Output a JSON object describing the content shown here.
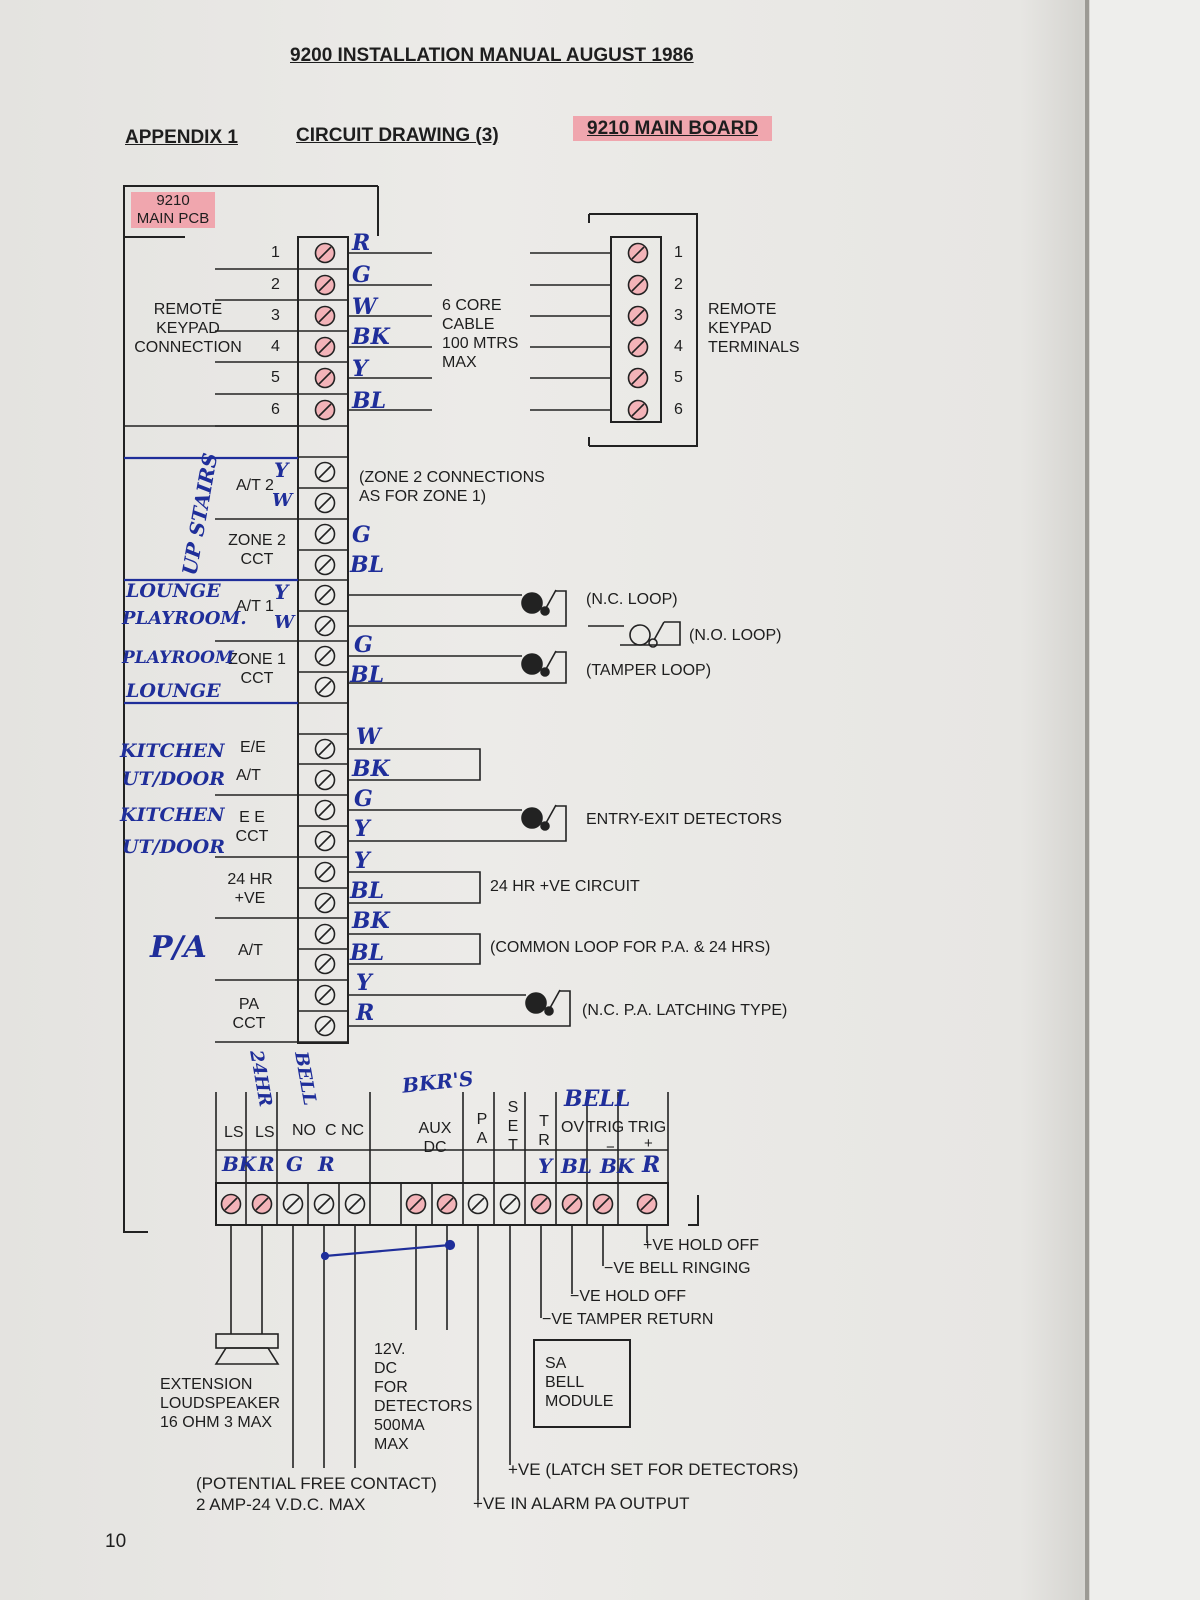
{
  "header": {
    "title": "9200 INSTALLATION MANUAL AUGUST 1986",
    "appendix": "APPENDIX 1",
    "drawing": "CIRCUIT DRAWING (3)",
    "board": "9210 MAIN BOARD"
  },
  "pcb": {
    "line1": "9210",
    "line2": "MAIN PCB"
  },
  "keypad": {
    "numbers": [
      "1",
      "2",
      "3",
      "4",
      "5",
      "6"
    ],
    "label_lines": [
      "REMOTE",
      "KEYPAD",
      "CONNECTION"
    ],
    "cable_lines": [
      "6 CORE",
      "CABLE",
      "100 MTRS",
      "MAX"
    ],
    "terminals_lines": [
      "REMOTE",
      "KEYPAD",
      "TERMINALS"
    ],
    "wire_codes": [
      "R",
      "G",
      "W",
      "BK",
      "Y",
      "BL"
    ]
  },
  "zones": {
    "zone2_at": "A/T 2",
    "zone2_cct_lines": [
      "ZONE 2",
      "CCT"
    ],
    "zone2_note_lines": [
      "(ZONE 2 CONNECTIONS",
      "AS FOR ZONE 1)"
    ],
    "zone1_at": "A/T 1",
    "zone1_cct_lines": [
      "ZONE 1",
      "CCT"
    ],
    "ee": "E/E",
    "at": "A/T",
    "ee_cct_lines": [
      "E E",
      "CCT"
    ],
    "hr24_lines": [
      "24 HR",
      "+VE"
    ],
    "pa_at": "A/T",
    "pa_cct_lines": [
      "PA",
      "CCT"
    ]
  },
  "loops": {
    "nc": "(N.C. LOOP)",
    "no": "(N.O. LOOP)",
    "tamper": "(TAMPER LOOP)",
    "entry_exit": "ENTRY-EXIT DETECTORS",
    "hr24": "24 HR +VE CIRCUIT",
    "common": "(COMMON LOOP FOR P.A. & 24 HRS)",
    "pa_latch": "(N.C. P.A. LATCHING TYPE)"
  },
  "handwritten": {
    "upstairs": "UP STAIRS",
    "z2_y": "Y",
    "z2_w": "W",
    "z2_g": "G",
    "z2_bl": "BL",
    "lounge1": "LOUNGE",
    "playroom1": "PLAYROOM.",
    "playroom2": "PLAYROOM",
    "lounge2": "LOUNGE",
    "z1_y": "Y",
    "z1_w": "W",
    "z1_g": "G",
    "z1_bl": "BL",
    "kitchen1": "KITCHEN",
    "utdoor1": "UT/DOOR",
    "kitchen2": "KITCHEN",
    "utdoor2": "UT/DOOR",
    "ee_w": "W",
    "ee_bk": "BK",
    "ee_g": "G",
    "ee_y": "Y",
    "hr_y": "Y",
    "hr_bl": "BL",
    "pa": "P/A",
    "pa_bk": "BK",
    "pa_bl": "BL",
    "pa_y": "Y",
    "pa_r": "R",
    "hr24": "24HR",
    "bell1": "BELL",
    "bkrs": "BKR'S",
    "bell2": "BELL",
    "bot_bk": "BK",
    "bot_r1": "R",
    "bot_g": "G",
    "bot_r2": "R",
    "bot_y": "Y",
    "bot_bl": "BL",
    "bot_bk2": "BK",
    "bot_r3": "R"
  },
  "bottom": {
    "ls1": "LS",
    "ls2": "LS",
    "no": "NO",
    "c": "C",
    "nc": "NC",
    "aux_lines": [
      "AUX",
      "DC"
    ],
    "pa_lines": [
      "P",
      "A"
    ],
    "set_lines": [
      "S",
      "E",
      "T"
    ],
    "tr_lines": [
      "T",
      "R"
    ],
    "ov": "OV",
    "trig_minus": "TRIG",
    "trig_plus": "TRIG",
    "minus": "−",
    "plus": "+"
  },
  "outputs": {
    "hold_off_pos": "+VE HOLD OFF",
    "bell_ringing": "−VE BELL RINGING",
    "hold_off_neg": "−VE HOLD OFF",
    "tamper_return": "−VE TAMPER RETURN"
  },
  "notes": {
    "dc_lines": [
      "12V.",
      "DC",
      "FOR",
      "DETECTORS",
      "500MA",
      "MAX"
    ],
    "module_lines": [
      "SA",
      "BELL",
      "MODULE"
    ],
    "speaker_lines": [
      "EXTENSION",
      "LOUDSPEAKER",
      "16 OHM 3 MAX"
    ],
    "contact_lines": [
      "(POTENTIAL FREE CONTACT)",
      "2 AMP-24 V.D.C. MAX"
    ],
    "latch_set": "+VE (LATCH SET FOR DETECTORS)",
    "alarm_pa": "+VE IN ALARM PA OUTPUT"
  },
  "page_number": "10"
}
